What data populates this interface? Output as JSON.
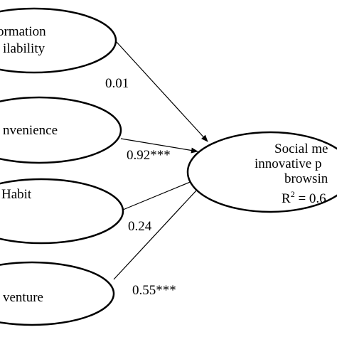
{
  "diagram": {
    "constructs": {
      "information_availability": {
        "line1": "ormation",
        "line2": "ilability"
      },
      "convenience": {
        "label": "nvenience"
      },
      "habit": {
        "label": "Habit"
      },
      "adventure": {
        "label": "venture"
      },
      "outcome": {
        "line1": "Social me",
        "line2": "innovative p",
        "line3": "browsin",
        "r_squared_prefix": "R",
        "r_squared_exponent": "2",
        "r_squared_suffix": " = 0.6"
      }
    },
    "paths": [
      {
        "from": "information_availability",
        "coefficient": "0.01"
      },
      {
        "from": "convenience",
        "coefficient": "0.92***"
      },
      {
        "from": "habit",
        "coefficient": "0.24"
      },
      {
        "from": "adventure",
        "coefficient": "0.55***"
      }
    ]
  }
}
